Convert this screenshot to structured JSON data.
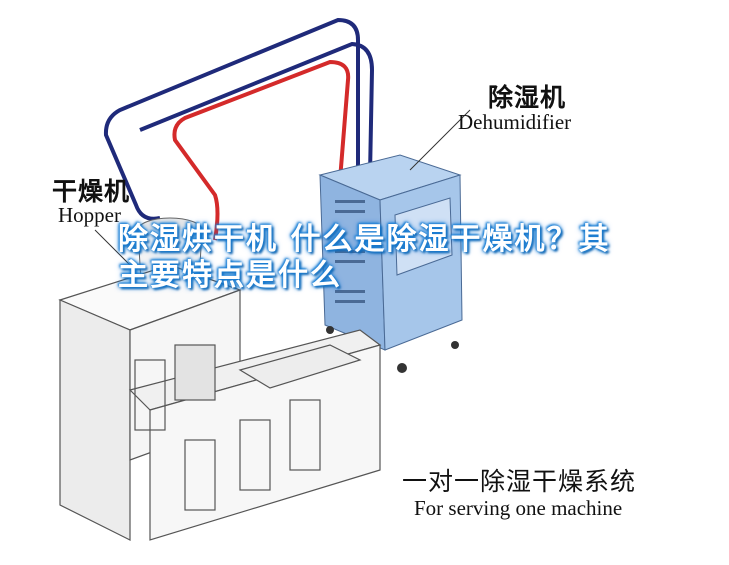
{
  "labels": {
    "dehumidifier_cn": "除湿机",
    "dehumidifier_en": "Dehumidifier",
    "hopper_cn": "干燥机",
    "hopper_en": "Hopper",
    "system_cn": "一对一除湿干燥系统",
    "system_en": "For serving one machine"
  },
  "overlay": {
    "title": "除湿烘干机 什么是除湿干燥机？其主要特点是什么"
  },
  "colors": {
    "pipe_blue": "#1f2a7a",
    "pipe_red": "#d42a2a",
    "dehumidifier_body": "#8fb4e0",
    "machine_body": "#f2f2f2",
    "title_glow": "#1a7fd6"
  }
}
